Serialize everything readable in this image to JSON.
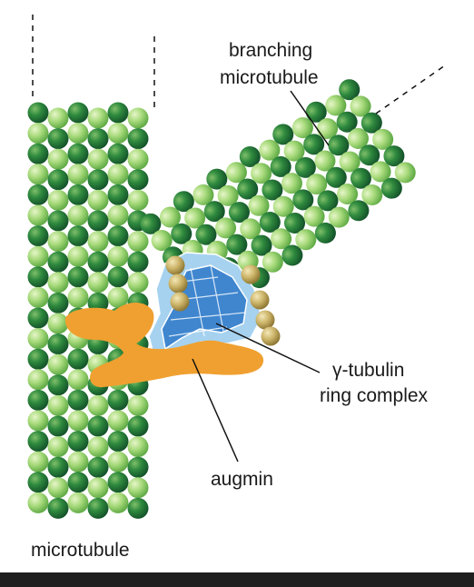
{
  "labels": {
    "branching_line1": "branching",
    "branching_line2": "microtubule",
    "gamma_line1": "γ-tubulin",
    "gamma_line2": "ring complex",
    "augmin": "augmin",
    "microtubule": "microtubule"
  },
  "colors": {
    "dark_green": "#2f7d3a",
    "light_green": "#8fcf6a",
    "gold": "#c8b36a",
    "orange": "#f0a030",
    "blue": "#4a8fd0",
    "light_blue": "#9fcdee",
    "background": "#ffffff",
    "bottom_bar": "#1f1f1f"
  }
}
